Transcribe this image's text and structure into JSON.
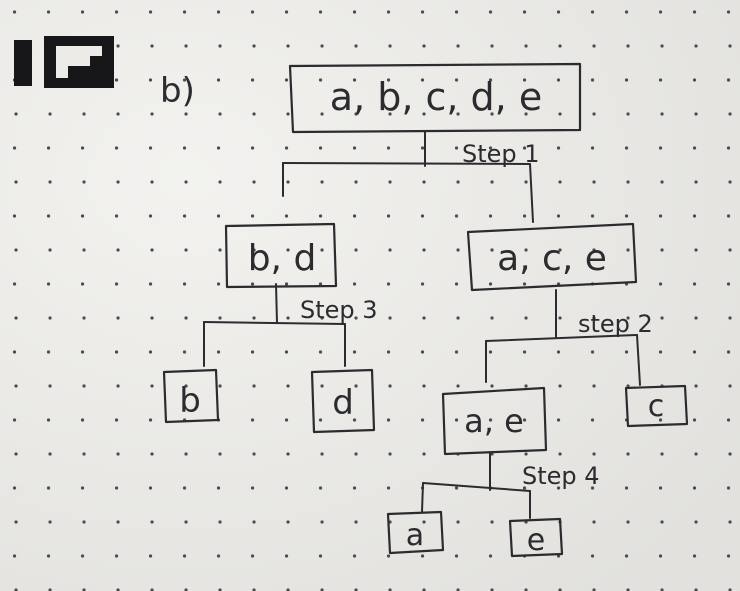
{
  "label": "b)",
  "root": {
    "text": "a, b, c, d, e"
  },
  "nodes": {
    "bd": {
      "text": "b, d"
    },
    "ace": {
      "text": "a, c, e"
    },
    "b": {
      "text": "b"
    },
    "d": {
      "text": "d"
    },
    "ae": {
      "text": "a, e"
    },
    "c": {
      "text": "c"
    },
    "a": {
      "text": "a"
    },
    "e": {
      "text": "e"
    }
  },
  "steps": {
    "step1": "Step 1",
    "step2": "step 2",
    "step3": "Step 3",
    "step4": "Step 4"
  },
  "colors": {
    "paper": "#ecebe8",
    "ink": "#2c2c30",
    "dots": "#4a4a52"
  },
  "logo_icon": "notebook-brand-logo"
}
